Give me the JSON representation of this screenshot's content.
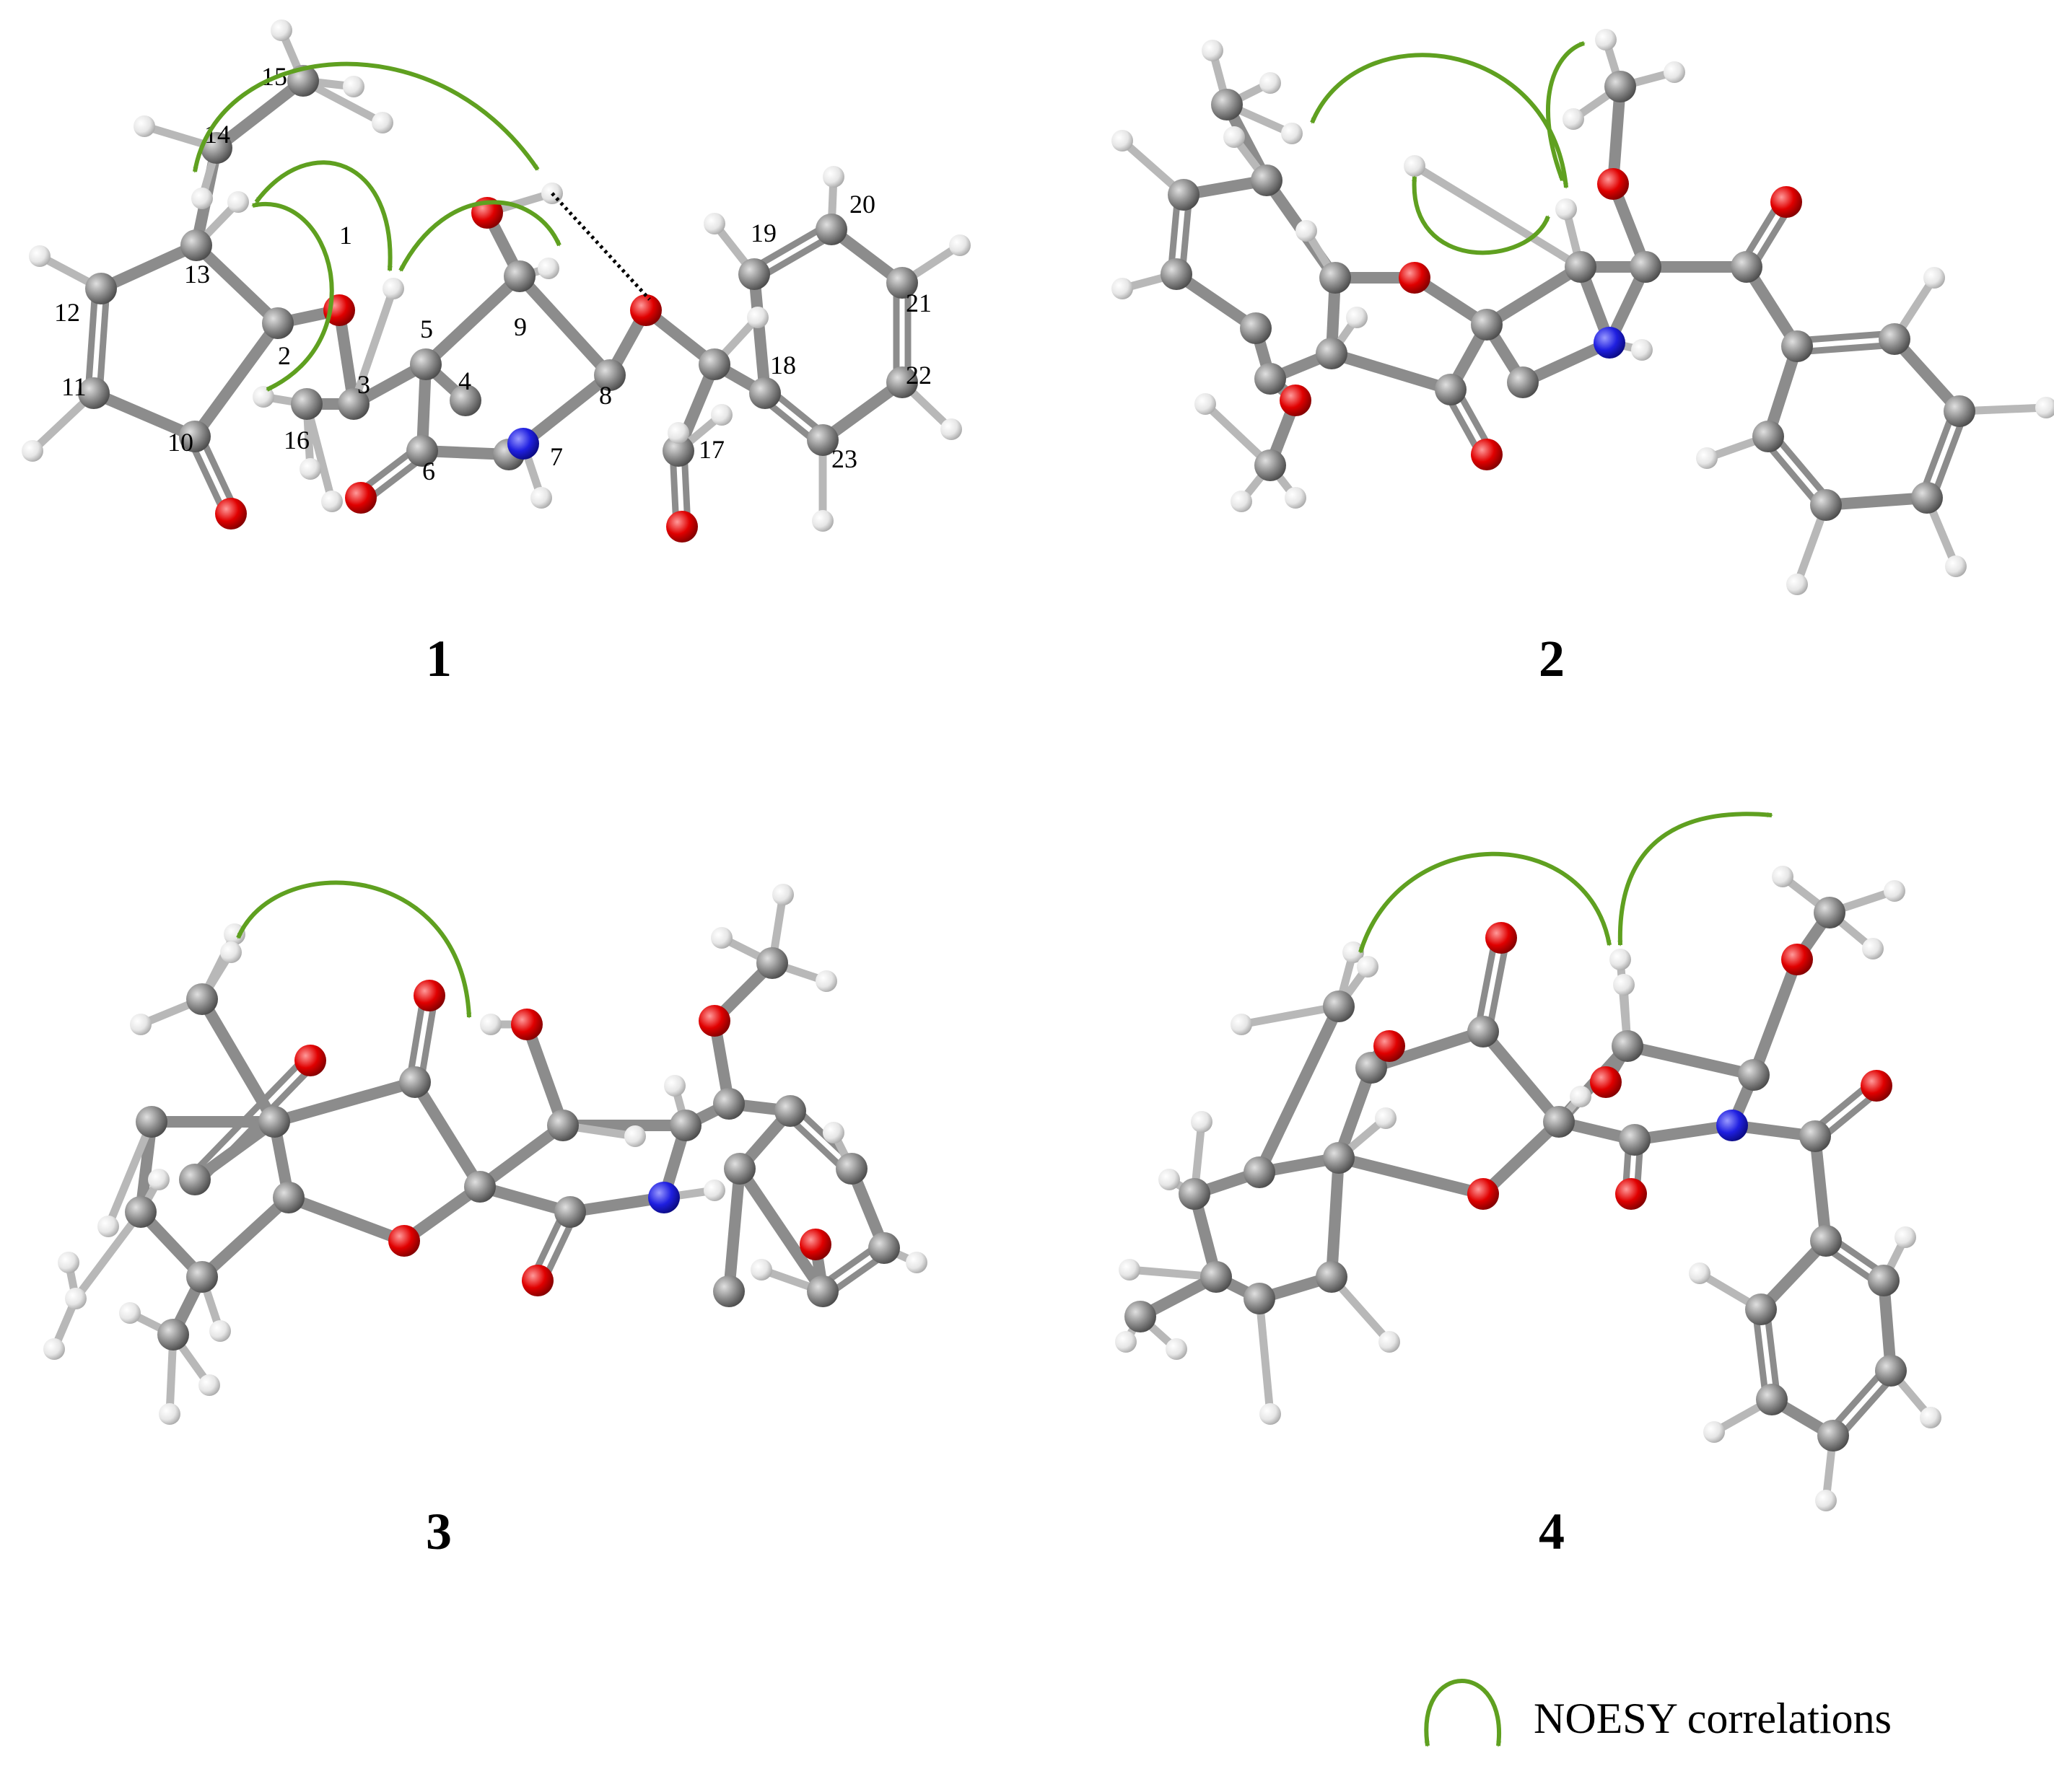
{
  "colors": {
    "carbon": "#8c8c8c",
    "hydrogen": "#e6e6e6",
    "oxygen": "#e00000",
    "nitrogen": "#1f1fe0",
    "bond": "#8c8c8c",
    "noesy_arrow": "#5fa020"
  },
  "compounds": [
    {
      "label": "1"
    },
    {
      "label": "2"
    },
    {
      "label": "3"
    },
    {
      "label": "4"
    }
  ],
  "atom_numbers": [
    "1",
    "2",
    "3",
    "4",
    "5",
    "6",
    "7",
    "8",
    "9",
    "10",
    "11",
    "12",
    "13",
    "14",
    "15",
    "16",
    "17",
    "18",
    "19",
    "20",
    "21",
    "22",
    "23"
  ],
  "legend": {
    "icon": "noesy-correlation-arrow-icon",
    "label": "NOESY correlations"
  }
}
